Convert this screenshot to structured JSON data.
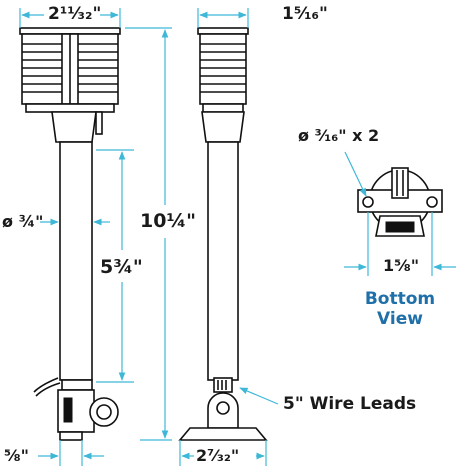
{
  "dimensions": {
    "light_width_left": "2¹¹⁄₃₂\"",
    "light_width_right": "1⁵⁄₁₆\"",
    "overall_height": "10¼\"",
    "pole_length": "5¾\"",
    "pole_diameter": "ø ¾\"",
    "mount_offset": "⅝\"",
    "base_width": "2⁷⁄₃₂\"",
    "hole_diameter": "ø ³⁄₁₆\" x 2",
    "hole_spacing": "1⅝\""
  },
  "callouts": {
    "wire_leads": "5\" Wire Leads"
  },
  "bottom_view": {
    "title_line1": "Bottom",
    "title_line2": "View"
  },
  "colors": {
    "dimension_line": "#3fb8d8",
    "heading": "#1f6fa8",
    "outline": "#111111"
  }
}
